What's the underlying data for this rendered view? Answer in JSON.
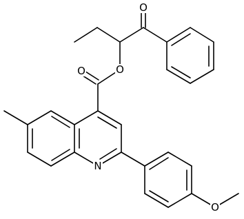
{
  "atoms": {
    "carbonyl_oxygen_top": "O",
    "ester_oxygen_single": "O",
    "ester_carbonyl_oxygen": "O",
    "quinoline_nitrogen": "N",
    "methoxy_oxygen": "O"
  },
  "colors": {
    "bond": "#000000",
    "label": "#000000",
    "background": "#ffffff"
  }
}
